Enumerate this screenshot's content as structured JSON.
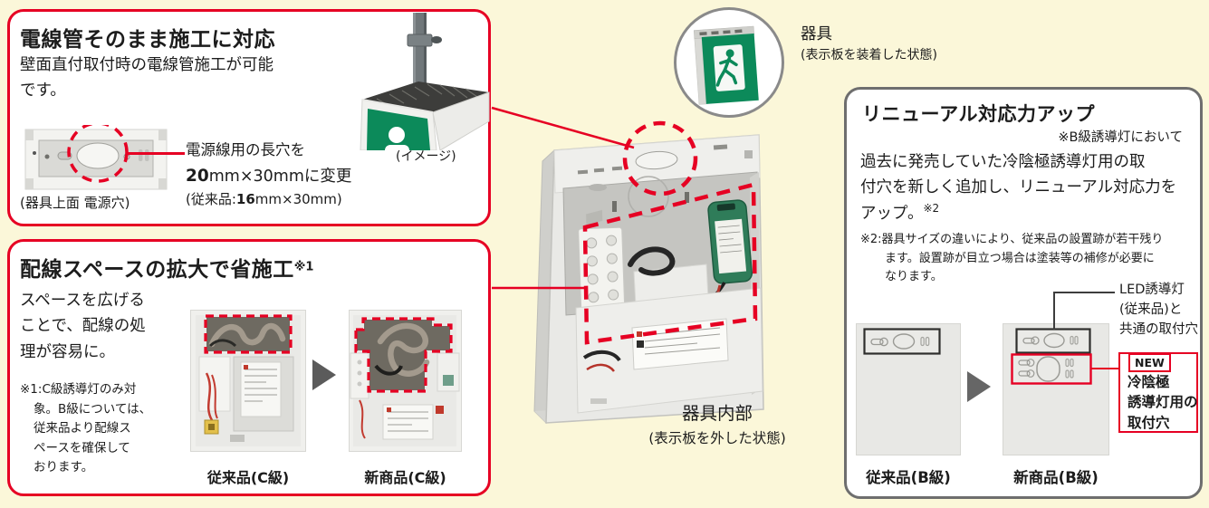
{
  "colors": {
    "background": "#FBF7D9",
    "accent_red": "#E60023",
    "box_border_gray": "#6E6E6E",
    "sign_green": "#0C8A5A",
    "text": "#1C1C1C"
  },
  "box1": {
    "title": "電線管そのまま施工に対応",
    "body_lines": [
      "壁面直付取付時の電線管施工が可能",
      "です。"
    ],
    "photo_caption": "(器具上面 電源穴)",
    "callout_line1": "電源線用の長穴を",
    "callout_num_new": "20",
    "callout_line2_rest": "mm×30mmに変更",
    "callout_line3_pre": "(従来品:",
    "callout_num_old": "16",
    "callout_line3_rest": "mm×30mm)",
    "image_caption": "(イメージ)"
  },
  "box2": {
    "title": "配線スペースの拡大で省施工",
    "title_sup": "※1",
    "body_lines": [
      "スペースを広げる",
      "ことで、配線の処",
      "理が容易に。"
    ],
    "note_lines": [
      "※1:C級誘導灯のみ対",
      "象。B級については、",
      "従来品より配線ス",
      "ペースを確保して",
      "おります。"
    ],
    "caption_old": "従来品(C級)",
    "caption_new": "新商品(C級)"
  },
  "center": {
    "device_label": "器具",
    "device_sublabel": "(表示板を装着した状態)",
    "interior_caption": "器具内部",
    "interior_subcaption": "(表示板を外した状態)"
  },
  "box3": {
    "title": "リニューアル対応力アップ",
    "subtitle": "※B級誘導灯において",
    "body_lines": [
      "過去に発売していた冷陰極誘導灯用の取",
      "付穴を新しく追加し、リニューアル対応力を"
    ],
    "body_last": "アップ。",
    "body_sup": "※2",
    "note_lines": [
      "※2:器具サイズの違いにより、従来品の設置跡が若干残り",
      "ます。設置跡が目立つ場合は塗装等の補修が必要に",
      "なります。"
    ],
    "label_common_lines": [
      "LED誘導灯",
      "(従来品)と",
      "共通の取付穴"
    ],
    "new_badge": "NEW",
    "label_new_lines": [
      "冷陰極",
      "誘導灯用の",
      "取付穴"
    ],
    "caption_old": "従来品(B級)",
    "caption_new": "新商品(B級)"
  }
}
